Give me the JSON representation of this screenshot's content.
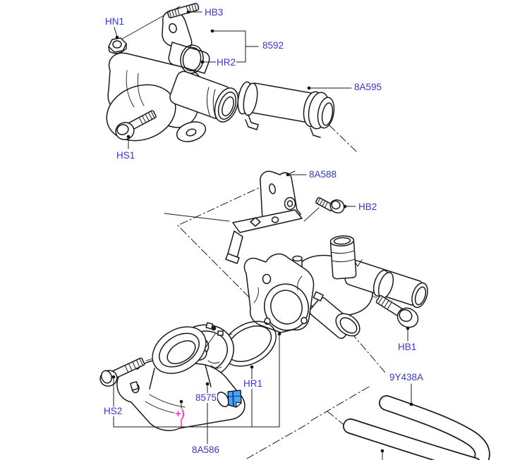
{
  "diagram": {
    "kind": "exploded-parts-diagram",
    "background": "#ffffff",
    "line_color": "#1a1a1a",
    "label_color": "#3636cc",
    "callouts": [
      {
        "id": "HN1",
        "label": "HN1"
      },
      {
        "id": "HB3",
        "label": "HB3"
      },
      {
        "id": "8592",
        "label": "8592"
      },
      {
        "id": "HR2",
        "label": "HR2"
      },
      {
        "id": "8A595",
        "label": "8A595"
      },
      {
        "id": "HS1",
        "label": "HS1"
      },
      {
        "id": "8A588",
        "label": "8A588"
      },
      {
        "id": "HB2",
        "label": "HB2"
      },
      {
        "id": "HB1",
        "label": "HB1"
      },
      {
        "id": "9Y438A",
        "label": "9Y438A"
      },
      {
        "id": "HS2",
        "label": "HS2"
      },
      {
        "id": "8575",
        "label": "8575"
      },
      {
        "id": "HR1",
        "label": "HR1"
      },
      {
        "id": "8A586",
        "label": "8A586"
      }
    ],
    "annotations": [
      {
        "id": "plus-note",
        "text": "+)",
        "color": "#ff33cc"
      }
    ],
    "icons": [
      {
        "name": "note-icon",
        "color": "#4aa6f5"
      }
    ]
  }
}
